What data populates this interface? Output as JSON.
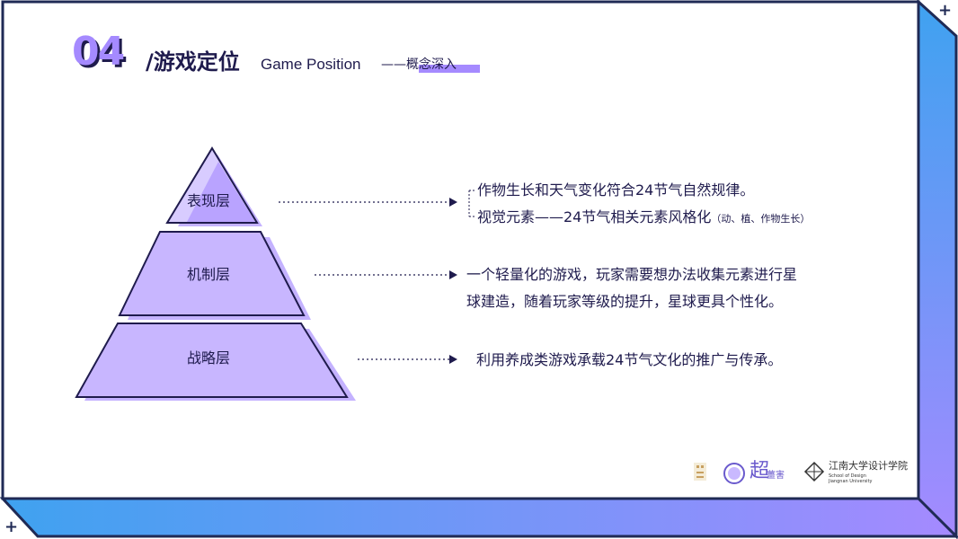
{
  "header": {
    "section_number": "04",
    "title_cn": "/游戏定位",
    "title_en": "Game Position",
    "subtitle": "——概念深入"
  },
  "pyramid": {
    "layers": [
      {
        "label": "表现层"
      },
      {
        "label": "机制层"
      },
      {
        "label": "战略层"
      }
    ]
  },
  "descriptions": {
    "presentation": {
      "line1": "作物生长和天气变化符合24节气自然规律。",
      "line2_main": "视觉元素——24节气相关元素风格化",
      "line2_note": "（动、植、作物生长）"
    },
    "mechanism": {
      "line1": "一个轻量化的游戏，玩家需要想办法收集元素进行星",
      "line2": "球建造，随着玩家等级的提升，星球更具个性化。"
    },
    "strategy": {
      "line1": "利用养成类游戏承载24节气文化的推广与传承。"
    }
  },
  "footer": {
    "logo2_text": "超",
    "logo2_sub": "薑害",
    "logo3_text": "江南大学设计学院",
    "logo3_en1": "School of Design",
    "logo3_en2": "Jiangnan University"
  },
  "colors": {
    "accent": "#a58aff",
    "dark": "#1f1b4d",
    "gradient_start": "#3fa2f0",
    "gradient_end": "#a58aff"
  }
}
